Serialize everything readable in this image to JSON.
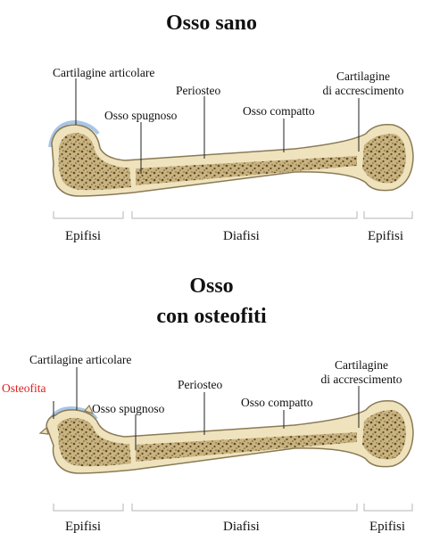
{
  "panels": [
    {
      "title_lines": [
        "Osso sano"
      ],
      "labels": {
        "cartilagine_articolare": "Cartilagine articolare",
        "periosteo": "Periosteo",
        "osso_spugnoso": "Osso spugnoso",
        "osso_compatto": "Osso compatto",
        "cartilagine_accrescimento": [
          "Cartilagine",
          "di accrescimento"
        ]
      },
      "sections": [
        "Epifisi",
        "Diafisi",
        "Epifisi"
      ]
    },
    {
      "title_lines": [
        "Osso",
        "con osteofiti"
      ],
      "labels": {
        "osteofita": "Osteofita",
        "cartilagine_articolare": "Cartilagine articolare",
        "periosteo": "Periosteo",
        "osso_spugnoso": "Osso spugnoso",
        "osso_compatto": "Osso compatto",
        "cartilagine_accrescimento": [
          "Cartilagine",
          "di accrescimento"
        ]
      },
      "sections": [
        "Epifisi",
        "Diafisi",
        "Epifisi"
      ]
    }
  ],
  "colors": {
    "bone_outline": "#8a7a55",
    "bone_fill": "#efe3be",
    "spongy_fill": "#c8b27e",
    "pores": "#5e4a2c",
    "cartilage": "#a8c6e6",
    "osteofita_label": "#e0201e",
    "bracket": "#b5b5b5"
  }
}
